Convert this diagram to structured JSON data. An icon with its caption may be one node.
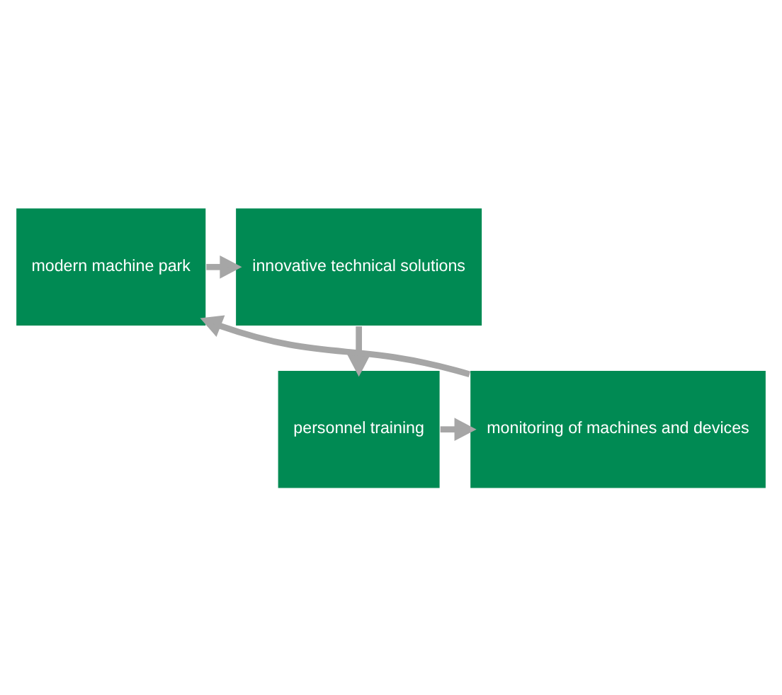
{
  "diagram": {
    "nodes": [
      {
        "text": [
          "modern machine park"
        ]
      },
      {
        "text": [
          "innovative technical solutions"
        ]
      },
      {
        "text": [
          "monitoring of machines and devices"
        ]
      },
      {
        "text": [
          "personnel training"
        ]
      }
    ],
    "edges": [
      {
        "from": 0,
        "to": 1,
        "arrow": "to"
      },
      {
        "from": 1,
        "to": 3,
        "arrow": "to"
      },
      {
        "from": 3,
        "to": 2,
        "arrow": "to"
      },
      {
        "from": 2,
        "to": 0,
        "arrow": "to"
      }
    ]
  }
}
